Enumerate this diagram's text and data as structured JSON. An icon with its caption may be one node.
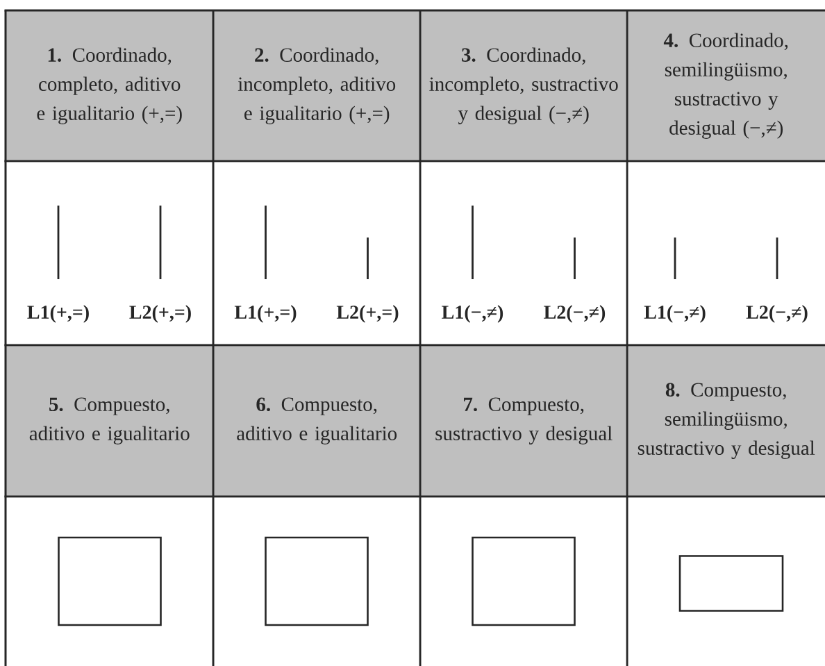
{
  "diagram": {
    "nodes": [
      {
        "text": [
          "**1.** Coordinado, completo, aditivo e igualitario (+,=)"
        ]
      },
      {
        "text": [
          "**2.** Coordinado, incompleto, aditivo e igualitario (+,=)"
        ]
      },
      {
        "text": [
          "**3.** Coordinado, incompleto, sustractivo y desigual (−,≠)"
        ]
      },
      {
        "text": [
          "**4.** Coordinado, semilingüismo, sustractivo y desigual (−,≠)"
        ]
      },
      {
        "text": [
          "L1(+,=)",
          "L2(+,=)"
        ]
      },
      {
        "text": [
          "L1(+,=)",
          "L2(+,=)"
        ]
      },
      {
        "text": [
          "L1(−,≠)",
          "L2(−,≠)"
        ]
      },
      {
        "text": [
          "L1(−,≠)",
          "L2(−,≠)"
        ]
      },
      {
        "text": [
          "**5.** Compuesto, aditivo e igualitario"
        ]
      },
      {
        "text": [
          "**6.** Compuesto, aditivo e igualitario"
        ]
      },
      {
        "text": [
          "**7.** Compuesto, sustractivo y desigual"
        ]
      },
      {
        "text": [
          "**8.** Compuesto, semilingüismo, sustractivo y desigual"
        ]
      },
      {
        "text": [],
        "shape": "box"
      },
      {
        "text": [],
        "shape": "box"
      },
      {
        "text": [],
        "shape": "box"
      },
      {
        "text": [],
        "shape": "box"
      }
    ]
  }
}
